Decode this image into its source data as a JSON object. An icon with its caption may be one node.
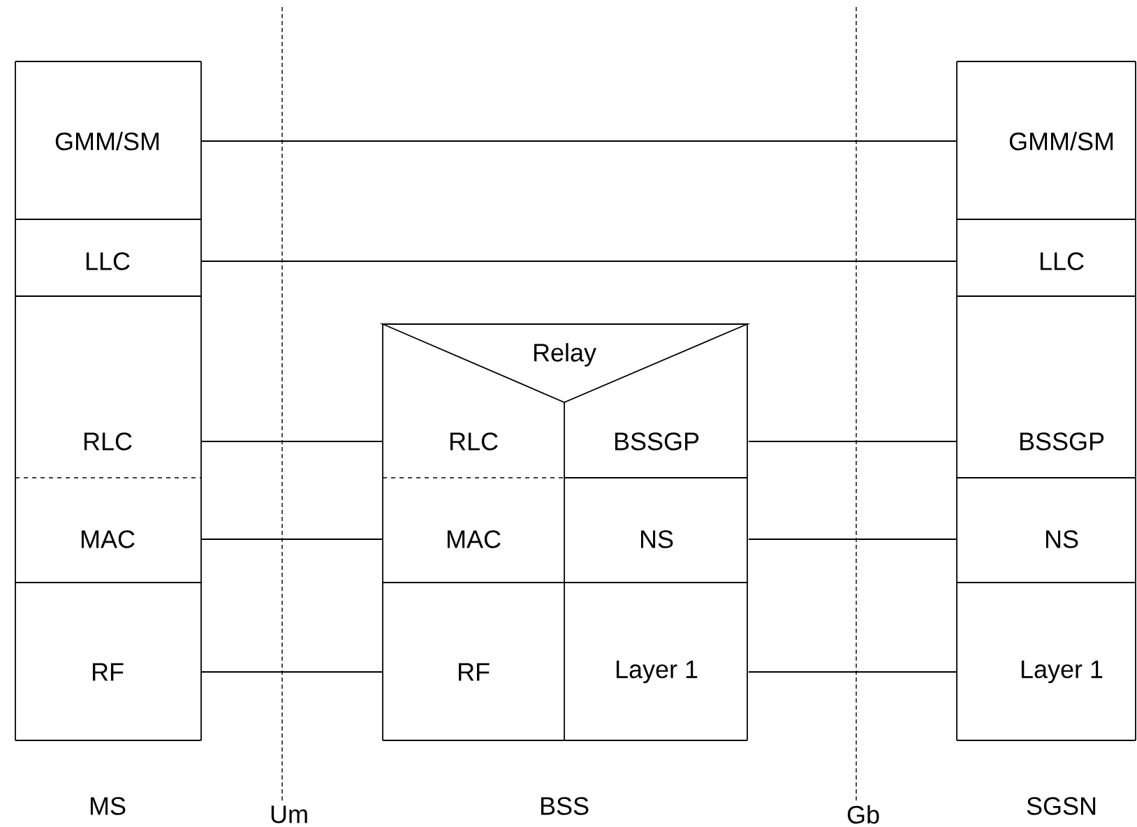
{
  "diagram": {
    "nodes": [
      {
        "text": [
          "GMM/SM"
        ]
      },
      {
        "text": [
          "GMM/SM"
        ]
      },
      {
        "text": [
          "LLC"
        ]
      },
      {
        "text": [
          "LLC"
        ]
      },
      {
        "text": [
          "Relay"
        ]
      },
      {
        "text": [
          "RLC"
        ]
      },
      {
        "text": [
          "RLC"
        ]
      },
      {
        "text": [
          "BSSGP"
        ]
      },
      {
        "text": [
          "BSSGP"
        ]
      },
      {
        "text": [
          "MAC"
        ]
      },
      {
        "text": [
          "MAC"
        ]
      },
      {
        "text": [
          "NS"
        ]
      },
      {
        "text": [
          "NS"
        ]
      },
      {
        "text": [
          "RF"
        ]
      },
      {
        "text": [
          "RF"
        ]
      },
      {
        "text": [
          "Layer 1"
        ]
      },
      {
        "text": [
          "Layer 1"
        ]
      }
    ],
    "edges": [
      {
        "from": 0,
        "to": 1,
        "arrow": "none"
      },
      {
        "from": 2,
        "to": 3,
        "arrow": "none"
      },
      {
        "from": 5,
        "to": 6,
        "arrow": "none"
      },
      {
        "from": 7,
        "to": 8,
        "arrow": "none"
      },
      {
        "from": 9,
        "to": 10,
        "arrow": "none"
      },
      {
        "from": 11,
        "to": 12,
        "arrow": "none"
      },
      {
        "from": 13,
        "to": 14,
        "arrow": "none"
      },
      {
        "from": 15,
        "to": 16,
        "arrow": "none"
      }
    ],
    "labels": [
      "MS",
      "Um",
      "BSS",
      "Gb",
      "SGSN"
    ]
  }
}
